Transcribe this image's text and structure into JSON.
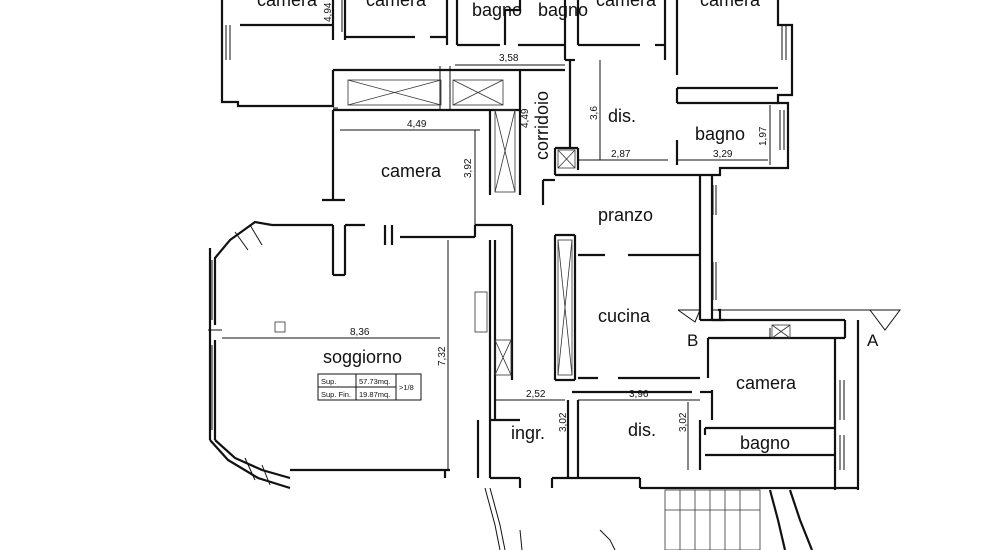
{
  "rooms": {
    "camera_top_left": "camera",
    "camera_top_2": "camera",
    "bagno_top_1": "bagno",
    "bagno_top_2": "bagno",
    "camera_top_3": "camera",
    "camera_top_4": "camera",
    "corridoio": "corridoio",
    "dis_top": "dis.",
    "bagno_right": "bagno",
    "camera_mid": "camera",
    "pranzo": "pranzo",
    "cucina": "cucina",
    "soggiorno": "soggiorno",
    "camera_right": "camera",
    "bagno_lower": "bagno",
    "ingr": "ingr.",
    "dis_bottom": "dis."
  },
  "dimensions": {
    "d494": "4,94",
    "d358": "3,58",
    "d449a": "4,49",
    "d449b": "4,49",
    "d36": "3,6",
    "d392": "3,92",
    "d287": "2,87",
    "d329": "3,29",
    "d197": "1,97",
    "d836": "8,36",
    "d732": "7,32",
    "d252": "2,52",
    "d396": "3,96",
    "d302a": "3,02",
    "d302b": "3,02"
  },
  "section_markers": {
    "a": "A",
    "b": "B"
  },
  "area_table": {
    "row1_label": "Sup.",
    "row1_value": "57.73mq.",
    "row2_label": "Sup. Fin.",
    "row2_value": "19.87mq.",
    "ratio": ">1/8"
  }
}
